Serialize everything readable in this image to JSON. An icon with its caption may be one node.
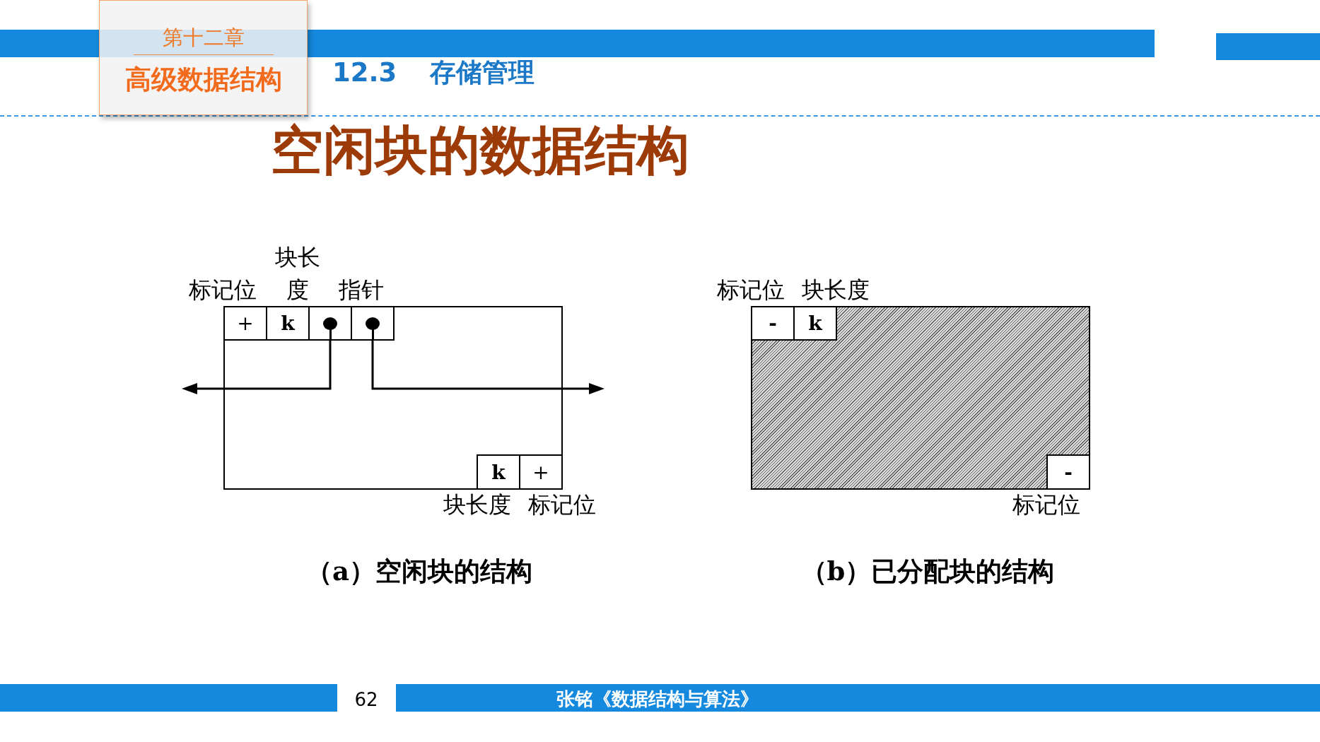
{
  "diagram": {
    "title": "空闲块的数据结构",
    "nodes": [
      {
        "text": [
          "第十二章",
          "高级数据结构"
        ]
      },
      {
        "text": [],
        "shape": "box"
      },
      {
        "text": [
          "+"
        ],
        "in": 1,
        "beside": [
          "标记位"
        ]
      },
      {
        "text": [
          "k"
        ],
        "in": 1,
        "beside": [
          "块长度"
        ]
      },
      {
        "text": [],
        "shape": "box",
        "in": 1
      },
      {
        "text": [],
        "shape": "box",
        "in": 1
      },
      {
        "text": [
          "k"
        ],
        "in": 1,
        "beside": [
          "块长度"
        ]
      },
      {
        "text": [
          "+"
        ],
        "in": 1,
        "beside": [
          "标记位"
        ]
      },
      {
        "text": [],
        "shape": "box"
      },
      {
        "text": [
          "-"
        ],
        "in": 8,
        "beside": [
          "标记位"
        ]
      },
      {
        "text": [
          "k"
        ],
        "in": 8,
        "beside": [
          "块长度"
        ]
      },
      {
        "text": [
          "-"
        ],
        "in": 8,
        "beside": [
          "标记位"
        ]
      }
    ],
    "edges": [
      {
        "from": 4,
        "to": null,
        "arrow": "to"
      },
      {
        "from": 5,
        "to": null,
        "arrow": "to"
      }
    ],
    "labels": [
      "12.3 存储管理",
      "指针",
      "（a）空闲块的结构",
      "（b）已分配块的结构",
      "62",
      "张铭《数据结构与算法》"
    ]
  }
}
